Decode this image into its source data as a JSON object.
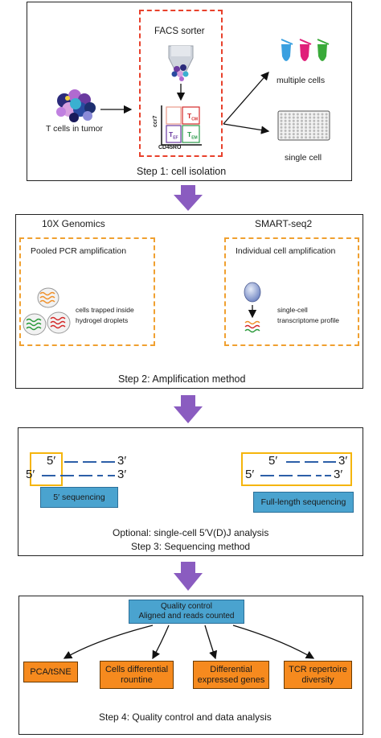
{
  "step1": {
    "tumor_label": "T cells in tumor",
    "facs_label": "FACS sorter",
    "multiple_label": "multiple cells",
    "single_label": "single cell",
    "gate_cm": "T",
    "gate_cm_sub": "CM",
    "gate_ef": "T",
    "gate_ef_sub": "EF",
    "gate_em": "T",
    "gate_em_sub": "EM",
    "y_axis": "ccr7",
    "x_axis": "CD45RO",
    "caption": "Step 1: cell isolation",
    "tube_colors": [
      "#3aa0e0",
      "#e0207a",
      "#3aaa3a"
    ]
  },
  "step2": {
    "left_title": "10X Genomics",
    "right_title": "SMART-seq2",
    "left_box_title": "Pooled PCR amplification",
    "left_desc_1": "cells trapped inside",
    "left_desc_2": "hydrogel droplets",
    "right_box_title": "Individual cell amplification",
    "right_desc_1": "single-cell",
    "right_desc_2": "transcriptome profile",
    "caption": "Step 2: Amplification method"
  },
  "step3": {
    "left_top_5": "5′",
    "left_top_3": "3′",
    "left_bot_5": "5′",
    "left_bot_3": "3′",
    "right_top_5": "5′",
    "right_top_3": "3′",
    "right_bot_5": "5′",
    "right_bot_3": "3′",
    "left_label": "5′ sequencing",
    "right_label": "Full-length sequencing",
    "optional": "Optional: single-cell 5′V(D)J analysis",
    "caption": "Step 3: Sequencing method"
  },
  "step4": {
    "qc_line1": "Quality control",
    "qc_line2": "Aligned and reads counted",
    "box1": "PCA/tSNE",
    "box2_line1": "Cells differential",
    "box2_line2": "rountine",
    "box3_line1": "Differential",
    "box3_line2": "expressed genes",
    "box4_line1": "TCR repertoire",
    "box4_line2": "diversity",
    "caption": "Step 4: Quality control and data analysis"
  },
  "colors": {
    "arrow_purple": "#8a5cc0",
    "seq_blue": "#2d5fa8",
    "qc_blue": "#4aa3cf",
    "analysis_orange": "#f68a1e",
    "facs_red": "#e8412c",
    "dash_orange": "#f0a030",
    "highlight_yellow": "#f5b50c"
  }
}
